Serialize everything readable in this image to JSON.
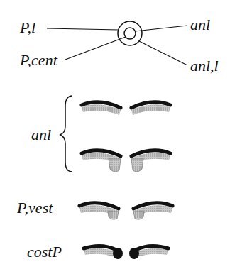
{
  "diagram": {
    "labels": [
      "P,l",
      "anl",
      "P,cent",
      "anl,l",
      "anl",
      "P,vest",
      "costP"
    ]
  }
}
